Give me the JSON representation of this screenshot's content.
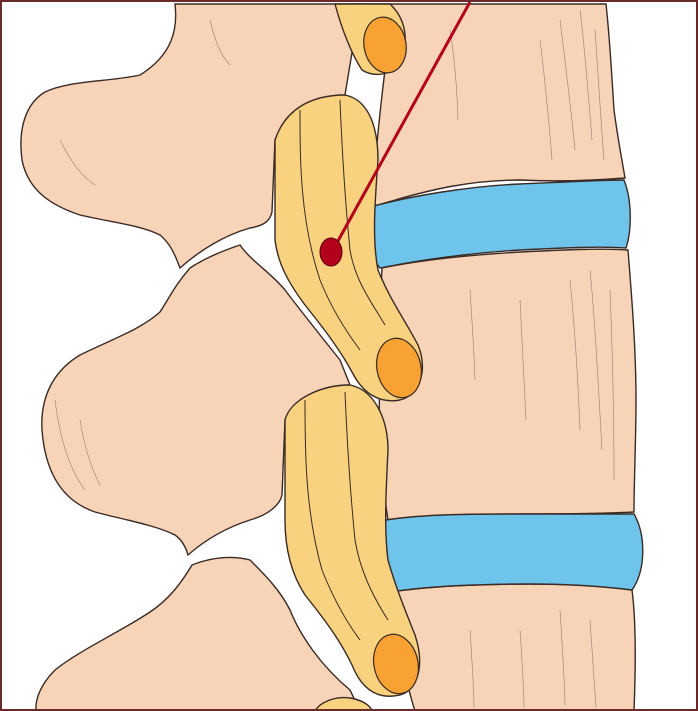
{
  "colors": {
    "background": "#ffffff",
    "frame": "#6b2a2a",
    "bone_fill": "#f7d3b7",
    "bone_outline": "#3a2a24",
    "disc_fill": "#6ec4ea",
    "nerve_fill": "#f8d27e",
    "nerve_end_fill": "#f7a233",
    "pointer_line": "#b3001b",
    "pointer_dot": "#b3001b",
    "texture_line": "#6e5a50"
  },
  "structures": {
    "vertebral_bodies": 3,
    "intervertebral_discs": 2,
    "nerve_roots": 3,
    "pointer_target": "nerve-root-upper"
  }
}
